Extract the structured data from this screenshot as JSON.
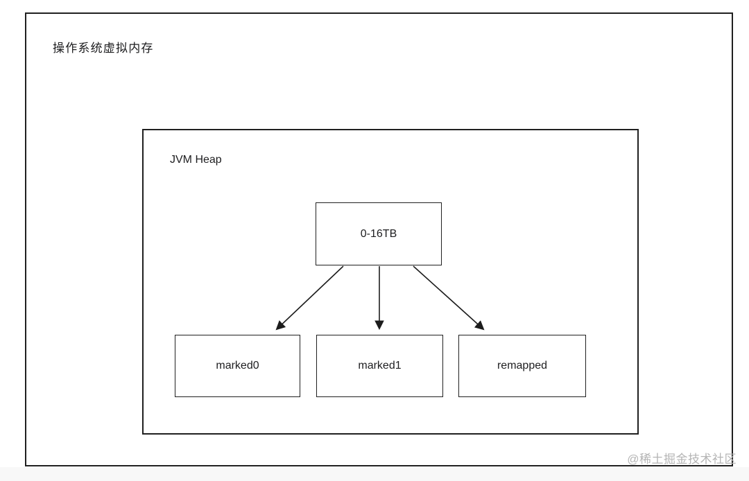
{
  "diagram": {
    "outer_box_label": "操作系统虚拟内存",
    "inner_box_label": "JVM Heap",
    "source_node": {
      "label": "0-16TB"
    },
    "child_nodes": [
      {
        "label": "marked0"
      },
      {
        "label": "marked1"
      },
      {
        "label": "remapped"
      }
    ],
    "arrows": [
      {
        "from": "0-16TB",
        "to": "marked0"
      },
      {
        "from": "0-16TB",
        "to": "marked1"
      },
      {
        "from": "0-16TB",
        "to": "remapped"
      }
    ]
  },
  "watermark": {
    "text": "@稀土掘金技术社区"
  },
  "colors": {
    "line": "#1c1c1c",
    "text": "#1d1d1f",
    "watermark": "#b5b5b5",
    "background": "#ffffff"
  }
}
